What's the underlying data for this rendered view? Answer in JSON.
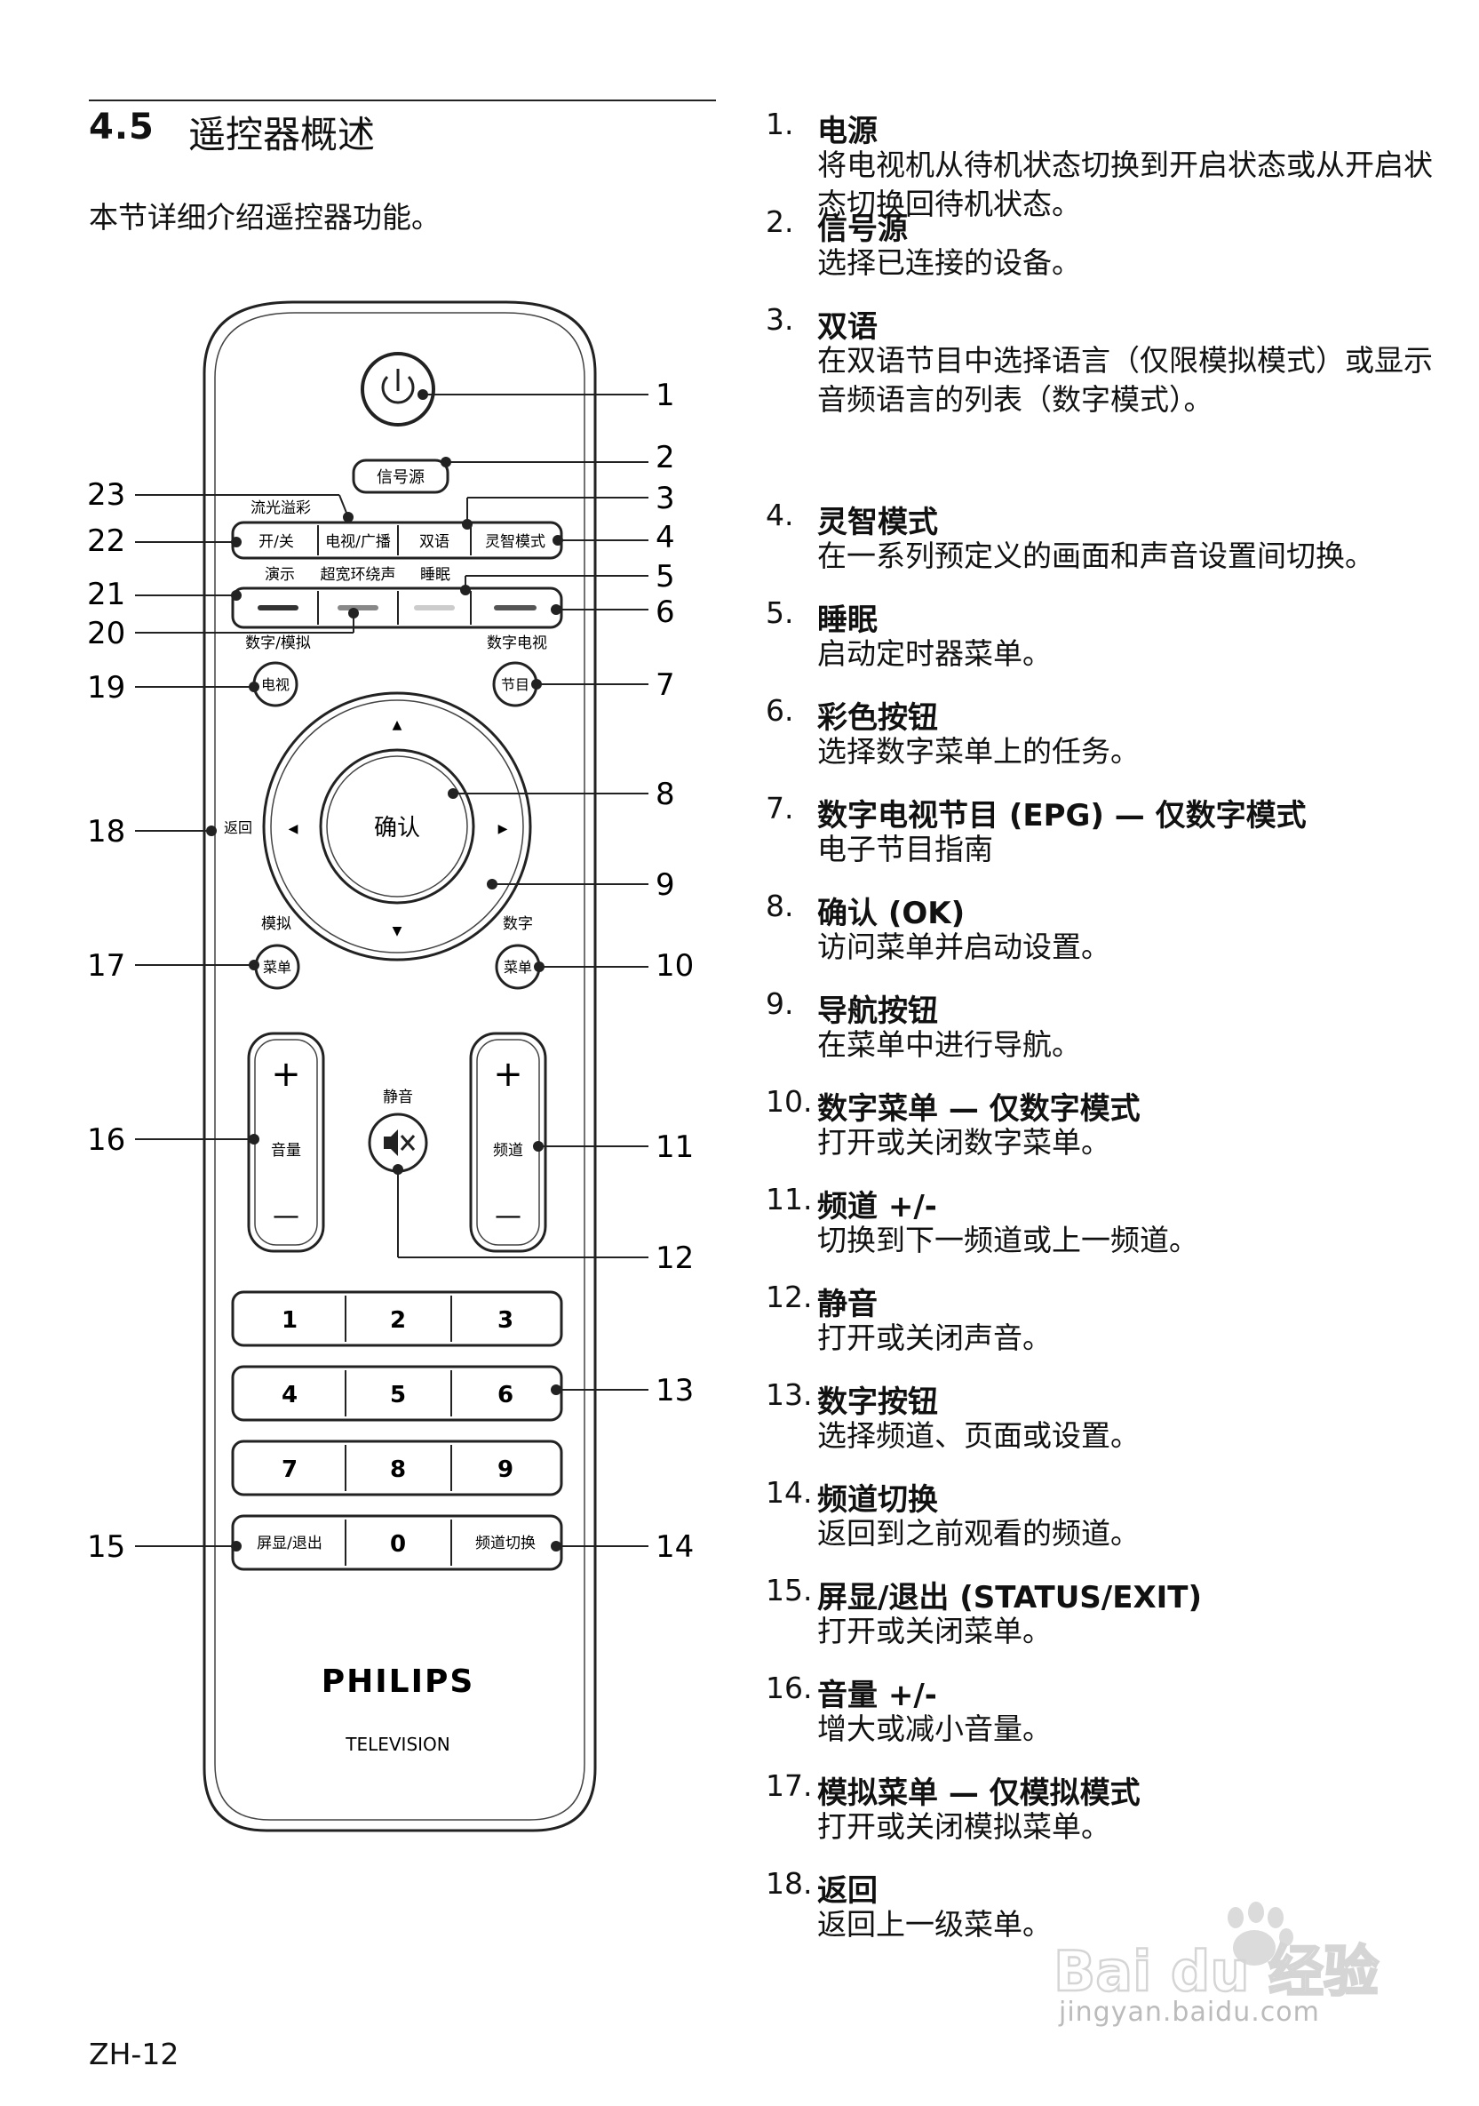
{
  "section": {
    "number": "4.5",
    "title": "遥控器概述",
    "intro": "本节详细介绍遥控器功能。"
  },
  "remote": {
    "labels": {
      "source": "信号源",
      "liuguang": "流光溢彩",
      "onoff": "开/关",
      "tv_radio": "电视/广播",
      "dual": "双语",
      "smart": "灵智模式",
      "demo": "演示",
      "surround": "超宽环绕声",
      "sleep": "睡眠",
      "digital_analog": "数字/模拟",
      "tv": "电视",
      "digital_tv": "数字电视",
      "program": "节目",
      "back": "返回",
      "ok": "确认",
      "analog": "模拟",
      "digital": "数字",
      "menu_left": "菜单",
      "menu_right": "菜单",
      "mute": "静音",
      "volume": "音量",
      "channel": "频道",
      "vol_plus": "+",
      "vol_minus": "—",
      "ch_plus": "+",
      "ch_minus": "—",
      "k1": "1",
      "k2": "2",
      "k3": "3",
      "k4": "4",
      "k5": "5",
      "k6": "6",
      "k7": "7",
      "k8": "8",
      "k9": "9",
      "k0": "0",
      "status_exit": "屏显/退出",
      "ch_switch": "频道切换",
      "brand": "PHILIPS",
      "tvline": "TELEVISION",
      "up": "▲",
      "down": "▼",
      "left": "◀",
      "right": "▶"
    },
    "colors": {
      "red": "#9a9a9a",
      "green": "#7d7d7d",
      "yellow": "#cfcfcf",
      "blue": "#5d5d5d"
    },
    "callouts": {
      "c1": "1",
      "c2": "2",
      "c3": "3",
      "c4": "4",
      "c5": "5",
      "c6": "6",
      "c7": "7",
      "c8": "8",
      "c9": "9",
      "c10": "10",
      "c11": "11",
      "c12": "12",
      "c13": "13",
      "c14": "14",
      "c15": "15",
      "c16": "16",
      "c17": "17",
      "c18": "18",
      "c19": "19",
      "c20": "20",
      "c21": "21",
      "c22": "22",
      "c23": "23"
    }
  },
  "descriptions": [
    {
      "num": "1.",
      "title": "电源",
      "desc": "将电视机从待机状态切换到开启状态或从开启状态切换回待机状态。"
    },
    {
      "num": "2.",
      "title": "信号源",
      "desc": "选择已连接的设备。"
    },
    {
      "num": "3.",
      "title": "双语",
      "desc": "在双语节目中选择语言（仅限模拟模式）或显示音频语言的列表（数字模式）。"
    },
    {
      "num": "4.",
      "title": "灵智模式",
      "desc": "在一系列预定义的画面和声音设置间切换。"
    },
    {
      "num": "5.",
      "title": "睡眠",
      "desc": "启动定时器菜单。"
    },
    {
      "num": "6.",
      "title": "彩色按钮",
      "desc": "选择数字菜单上的任务。"
    },
    {
      "num": "7.",
      "title": "数字电视节目 (EPG) — 仅数字模式",
      "desc": "电子节目指南"
    },
    {
      "num": "8.",
      "title": "确认 (OK)",
      "desc": "访问菜单并启动设置。"
    },
    {
      "num": "9.",
      "title": "导航按钮",
      "desc": "在菜单中进行导航。"
    },
    {
      "num": "10.",
      "title": "数字菜单 — 仅数字模式",
      "desc": "打开或关闭数字菜单。"
    },
    {
      "num": "11.",
      "title": "频道 +/-",
      "desc": "切换到下一频道或上一频道。"
    },
    {
      "num": "12.",
      "title": "静音",
      "desc": "打开或关闭声音。"
    },
    {
      "num": "13.",
      "title": "数字按钮",
      "desc": "选择频道、页面或设置。"
    },
    {
      "num": "14.",
      "title": "频道切换",
      "desc": "返回到之前观看的频道。"
    },
    {
      "num": "15.",
      "title": "屏显/退出 (STATUS/EXIT)",
      "desc": "打开或关闭菜单。"
    },
    {
      "num": "16.",
      "title": "音量 +/-",
      "desc": "增大或减小音量。"
    },
    {
      "num": "17.",
      "title": "模拟菜单 — 仅模拟模式",
      "desc": "打开或关闭模拟菜单。"
    },
    {
      "num": "18.",
      "title": "返回",
      "desc": "返回上一级菜单。"
    }
  ],
  "footer": {
    "page": "ZH-12"
  },
  "watermark": {
    "logo": "Bai du 经验",
    "url": "jingyan.baidu.com"
  }
}
